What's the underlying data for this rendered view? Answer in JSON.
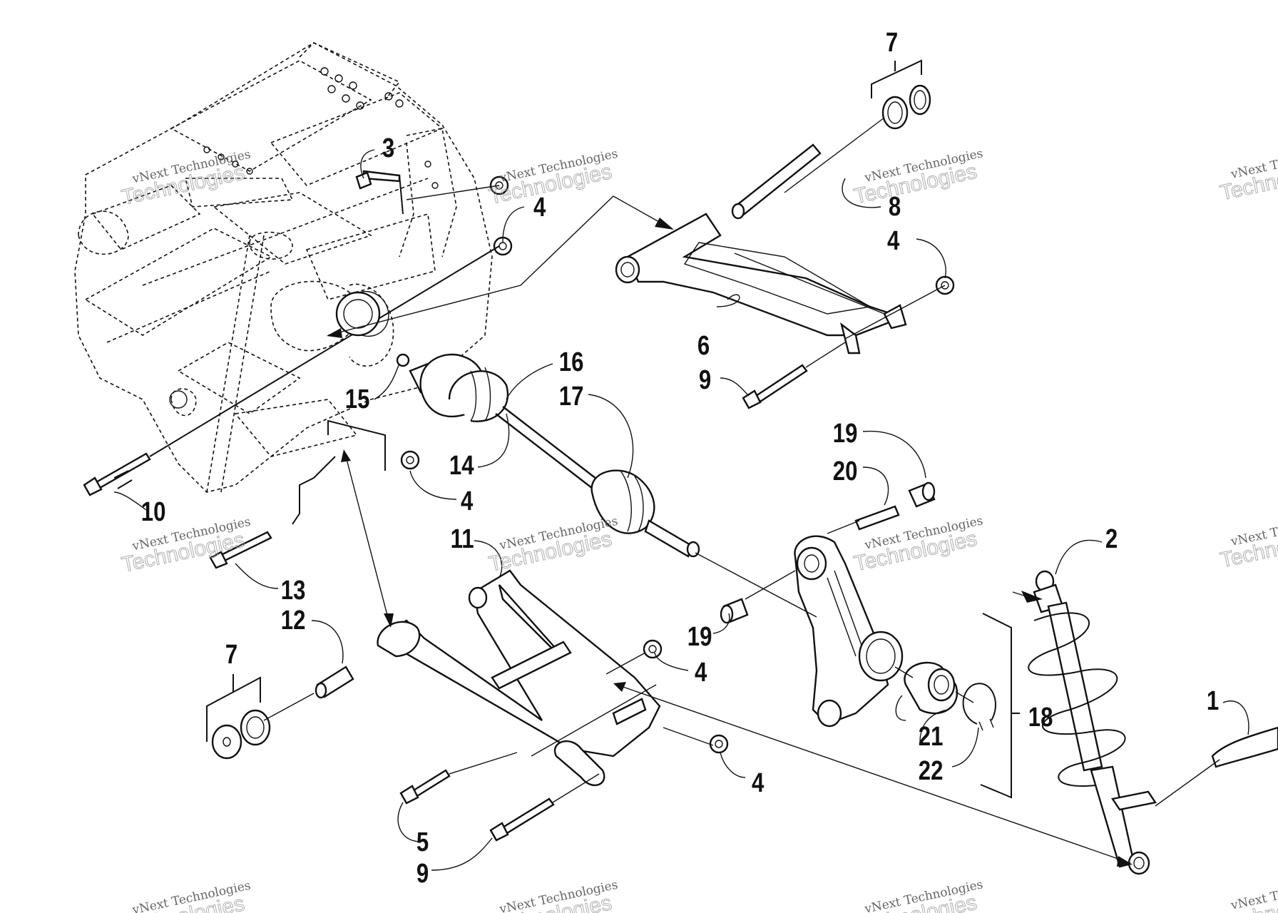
{
  "callouts": {
    "c7a": "7",
    "c3": "3",
    "c4a": "4",
    "c8": "8",
    "c4b": "4",
    "c6": "6",
    "c9a": "9",
    "c16": "16",
    "c17": "17",
    "c15": "15",
    "c14": "14",
    "c4c": "4",
    "c10": "10",
    "c19a": "19",
    "c20": "20",
    "c11": "11",
    "c13": "13",
    "c12": "12",
    "c7b": "7",
    "c2": "2",
    "c19b": "19",
    "c4d": "4",
    "c1": "1",
    "c18": "18",
    "c21": "21",
    "c22": "22",
    "c4e": "4",
    "c5": "5",
    "c9b": "9"
  },
  "watermark": {
    "line1": "vNext Technologies",
    "line2": "Technologies"
  }
}
